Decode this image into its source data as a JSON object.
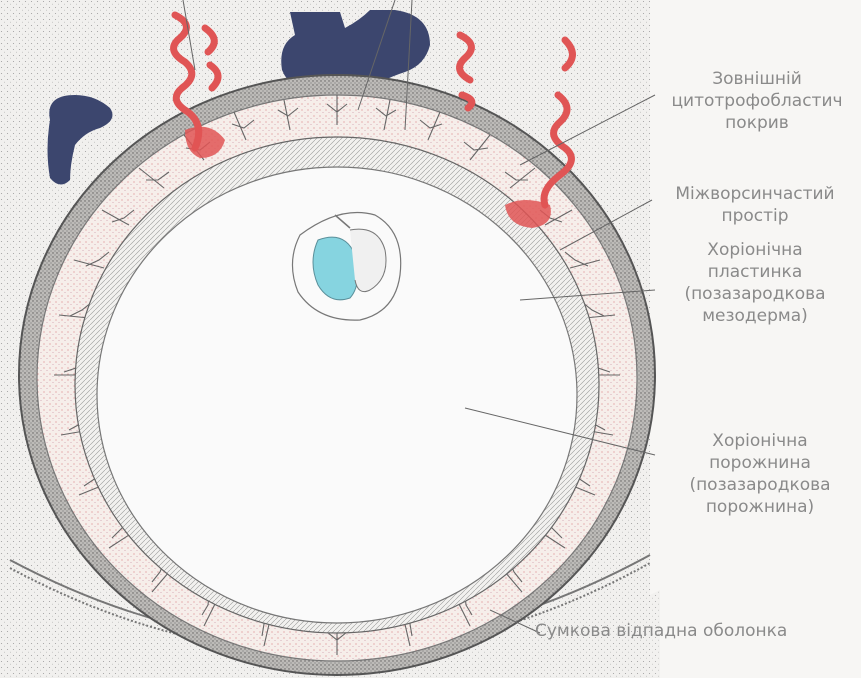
{
  "labels": {
    "cytotrophoblast_shell": "Зовнішній\nцитотрофобластич\nпокрив",
    "intervillous_space": "Міжворсинчастий\nпростір",
    "chorionic_plate": "Хоріонічна\nпластинка\n(позазародкова\nмезодерма)",
    "chorionic_cavity": "Хоріонічна\nпорожнина\n(позазародкова\nпорожнина)",
    "decidua_capsularis": "Сумкова відпадна оболонка"
  },
  "colors": {
    "background": "#f7f6f4",
    "maternal_vessels": "#e05555",
    "gland": "#3c466e",
    "yolk_sac": "#86d4e0",
    "villi_fill": "#f4ece6",
    "ring_stroke": "#555555",
    "label_text": "#8a8a8a"
  }
}
